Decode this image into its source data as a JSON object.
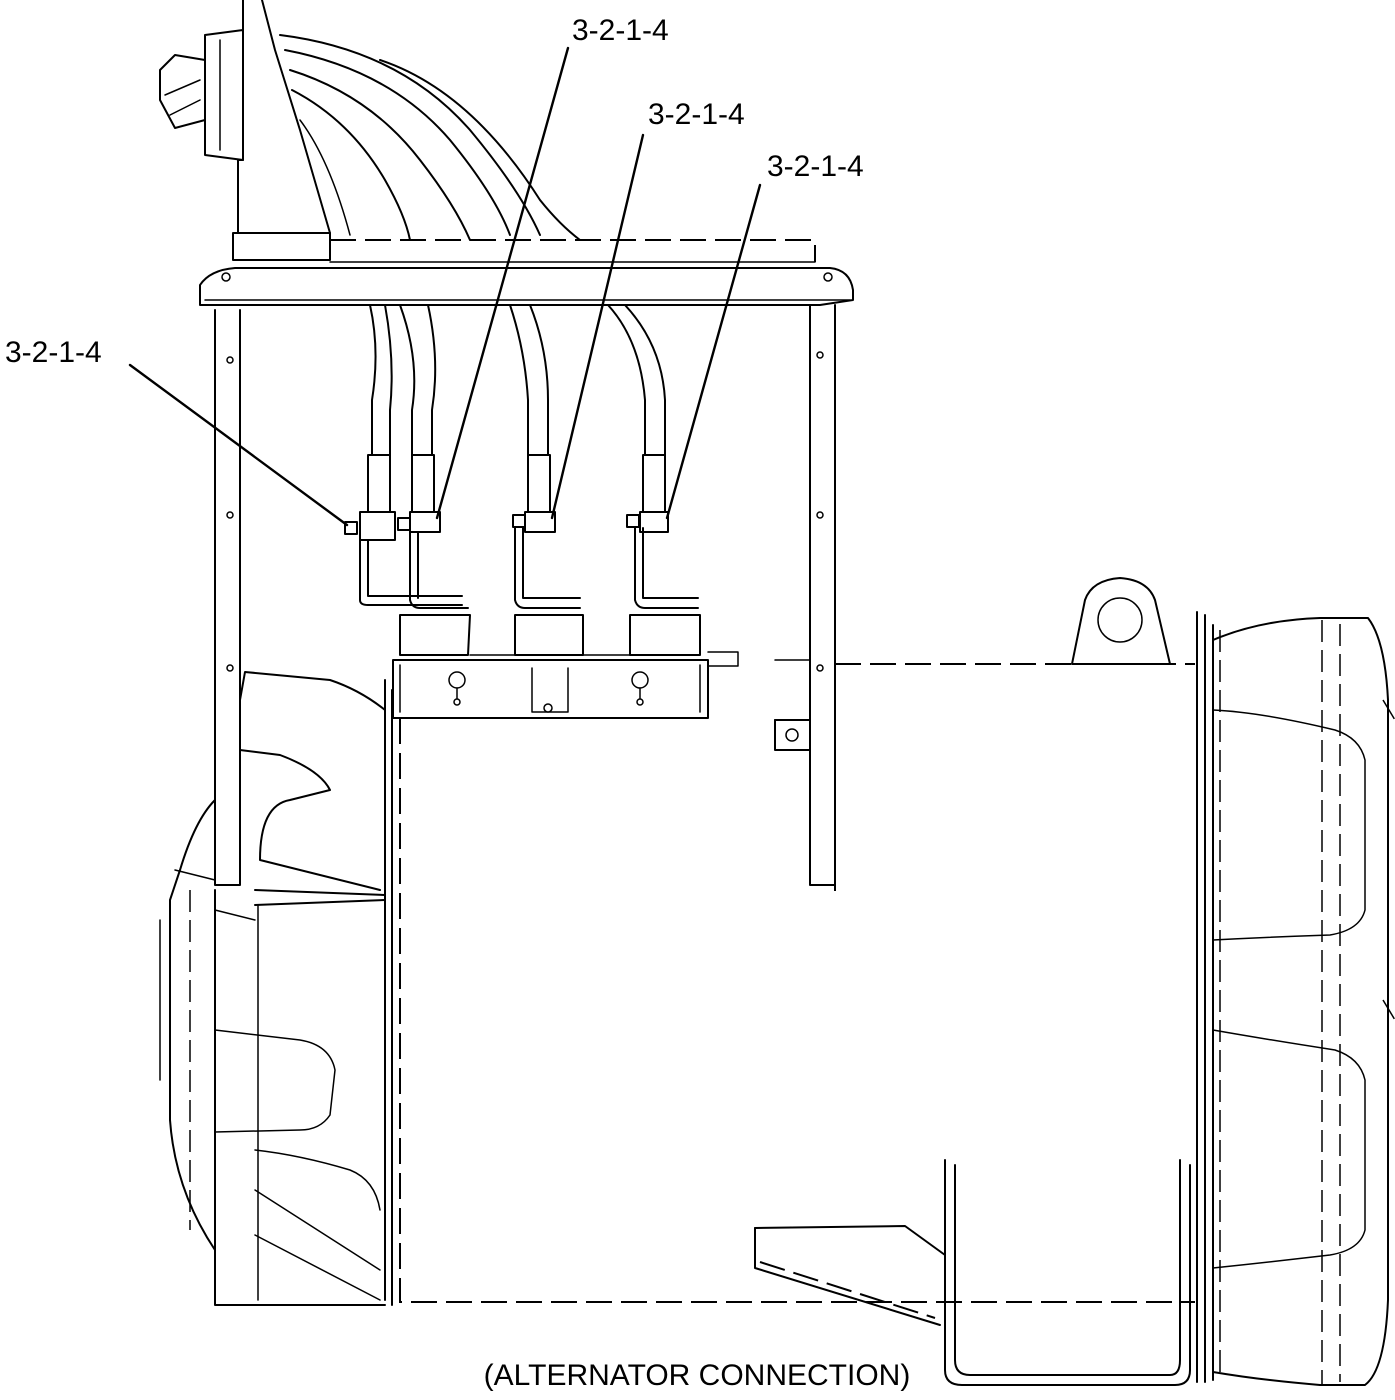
{
  "callouts": [
    {
      "label": "3-2-1-4"
    },
    {
      "label": "3-2-1-4"
    },
    {
      "label": "3-2-1-4"
    },
    {
      "label": "3-2-1-4"
    }
  ],
  "caption": "(ALTERNATOR CONNECTION)"
}
